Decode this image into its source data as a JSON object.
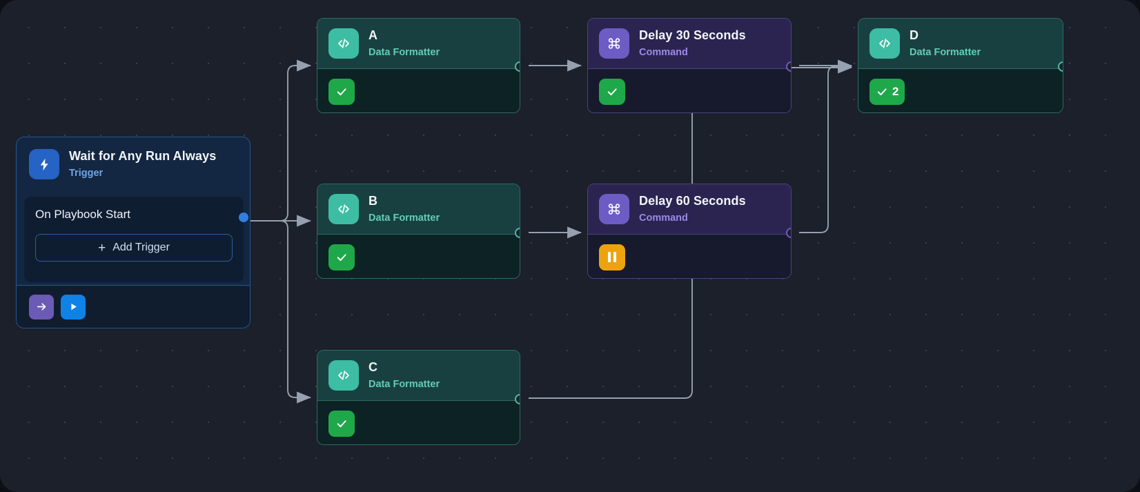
{
  "canvas": {
    "background": "#1b202b",
    "grid": "dot-grid"
  },
  "trigger": {
    "title": "Wait for Any Run Always",
    "subtitle": "Trigger",
    "icon": "lightning-bolt-icon",
    "row_label": "On Playbook Start",
    "add_button": "Add Trigger",
    "add_icon": "plus-icon",
    "footer": {
      "step_icon": "arrow-right-icon",
      "run_icon": "play-icon",
      "step_color": "#6c5bb5",
      "run_color": "#0f82e8"
    },
    "accent": "#2563c4"
  },
  "nodes": [
    {
      "id": "a",
      "title": "A",
      "subtitle": "Data Formatter",
      "icon": "code-brackets-icon",
      "kind": "data-formatter",
      "accent": "#3dbda4",
      "status": {
        "type": "success",
        "icon": "check-icon",
        "count": ""
      }
    },
    {
      "id": "b",
      "title": "B",
      "subtitle": "Data Formatter",
      "icon": "code-brackets-icon",
      "kind": "data-formatter",
      "accent": "#3dbda4",
      "status": {
        "type": "success",
        "icon": "check-icon",
        "count": ""
      }
    },
    {
      "id": "c",
      "title": "C",
      "subtitle": "Data Formatter",
      "icon": "code-brackets-icon",
      "kind": "data-formatter",
      "accent": "#3dbda4",
      "status": {
        "type": "success",
        "icon": "check-icon",
        "count": ""
      }
    },
    {
      "id": "delay30",
      "title": "Delay 30 Seconds",
      "subtitle": "Command",
      "icon": "command-icon",
      "kind": "command",
      "accent": "#6d5cc4",
      "status": {
        "type": "success",
        "icon": "check-icon",
        "count": ""
      }
    },
    {
      "id": "delay60",
      "title": "Delay 60 Seconds",
      "subtitle": "Command",
      "icon": "command-icon",
      "kind": "command",
      "accent": "#6d5cc4",
      "status": {
        "type": "paused",
        "icon": "pause-icon",
        "count": ""
      }
    },
    {
      "id": "d",
      "title": "D",
      "subtitle": "Data Formatter",
      "icon": "code-brackets-icon",
      "kind": "data-formatter",
      "accent": "#3dbda4",
      "status": {
        "type": "success",
        "icon": "check-icon",
        "count": "2"
      }
    }
  ],
  "status_colors": {
    "success": "#1fa84a",
    "paused": "#eda310"
  },
  "edges": [
    {
      "from": "trigger",
      "to": "a"
    },
    {
      "from": "trigger",
      "to": "b"
    },
    {
      "from": "trigger",
      "to": "c"
    },
    {
      "from": "a",
      "to": "delay30"
    },
    {
      "from": "b",
      "to": "delay60"
    },
    {
      "from": "c",
      "to": "d"
    },
    {
      "from": "delay30",
      "to": "d"
    },
    {
      "from": "delay60",
      "to": "d"
    }
  ],
  "edge_color": "#97a0ae"
}
